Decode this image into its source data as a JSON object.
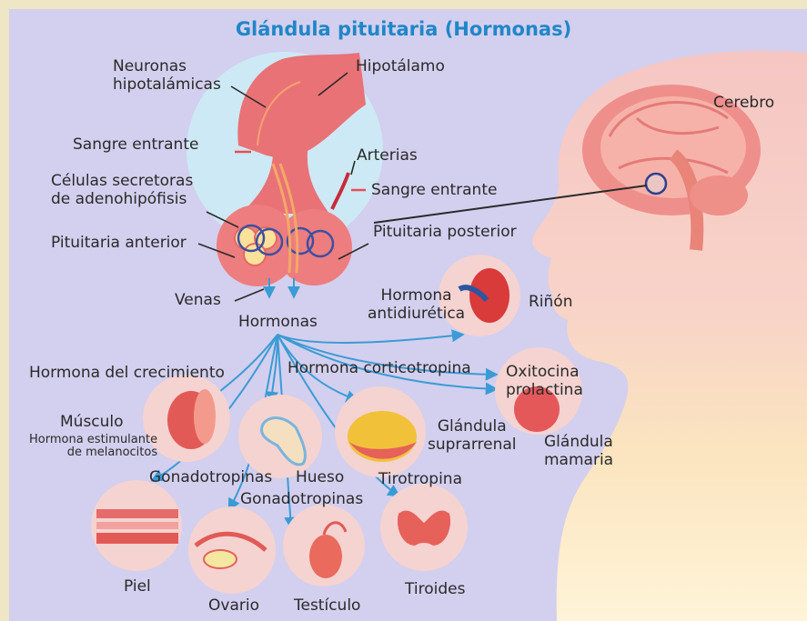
{
  "title": "Glándula pituitaria (Hormonas)",
  "colors": {
    "title": "#1f87c8",
    "background": "#d3cfee",
    "arrow": "#3b9bd5",
    "tissue": "#ef7373",
    "circle_fill": "#f5d3d1"
  },
  "labels": {
    "neuronas": "Neuronas\nhipotalámicas",
    "hipotalamo": "Hipotálamo",
    "cerebro": "Cerebro",
    "sangre_entrante_1": "Sangre entrante",
    "arterias": "Arterias",
    "celulas": "Células secretoras\nde adenohipófisis",
    "sangre_entrante_2": "Sangre entrante",
    "pituitaria_anterior": "Pituitaria anterior",
    "pituitaria_posterior": "Pituitaria posterior",
    "venas": "Venas",
    "hormonas": "Hormonas",
    "hormona_antidiuretica": "Hormona\nantidiurética",
    "rinon": "Riñón",
    "hormona_crecimiento": "Hormona del crecimiento",
    "hormona_corticotropina": "Hormona corticotropina",
    "oxitocina": "Oxitocina\nprolactina",
    "musculo": "Músculo",
    "hormona_estimulante": "Hormona estimulante\nde melanocitos",
    "glandula_suprarrenal": "Glándula\nsuprarrenal",
    "glandula_mamaria": "Glándula\nmamaria",
    "gonadotropinas_1": "Gonadotropinas",
    "hueso": "Hueso",
    "tirotropina": "Tirotropina",
    "gonadotropinas_2": "Gonadotropinas",
    "piel": "Piel",
    "ovario": "Ovario",
    "testiculo": "Testículo",
    "tiroides": "Tiroides"
  }
}
